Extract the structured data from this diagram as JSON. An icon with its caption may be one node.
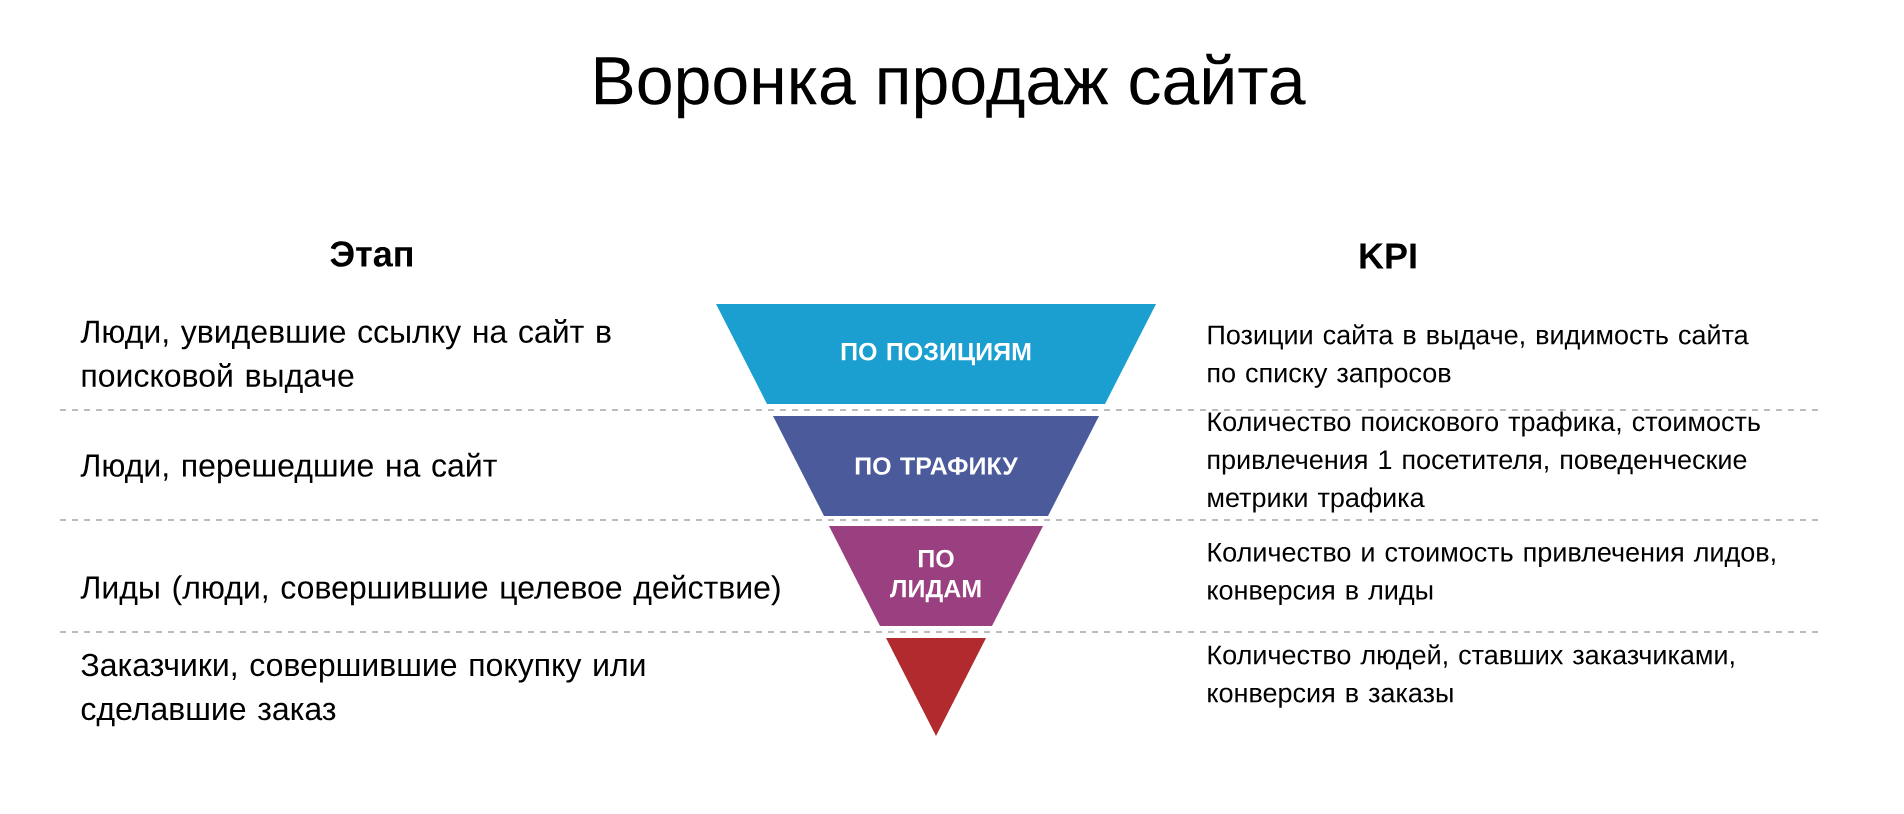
{
  "diagram": {
    "title": "Воронка продаж сайта",
    "nodes": [
      {
        "text": [
          "ПО ПОЗИЦИЯМ"
        ]
      },
      {
        "text": [
          "ПО ТРАФИКУ"
        ]
      },
      {
        "text": [
          "ПО ЛИДАМ"
        ]
      },
      {
        "text": [],
        "shape": "triangle"
      }
    ],
    "labels": [
      "Этап",
      "KPI",
      "Люди, увидевшие ссылку на сайт в поисковой выдаче",
      "Позиции сайта в выдаче, видимость сайта по списку запросов",
      "Люди, перешедшие на сайт",
      "Количество поискового трафика, стоимость привлечения 1 посетителя, поведенческие метрики трафика",
      "Лиды (люди, совершившие целевое действие)",
      "Количество и стоимость привлечения лидов, конверсия в лиды",
      "Заказчики, совершившие покупку или сделавшие заказ",
      "Количество людей, ставших заказчиками, конверсия в заказы"
    ]
  }
}
